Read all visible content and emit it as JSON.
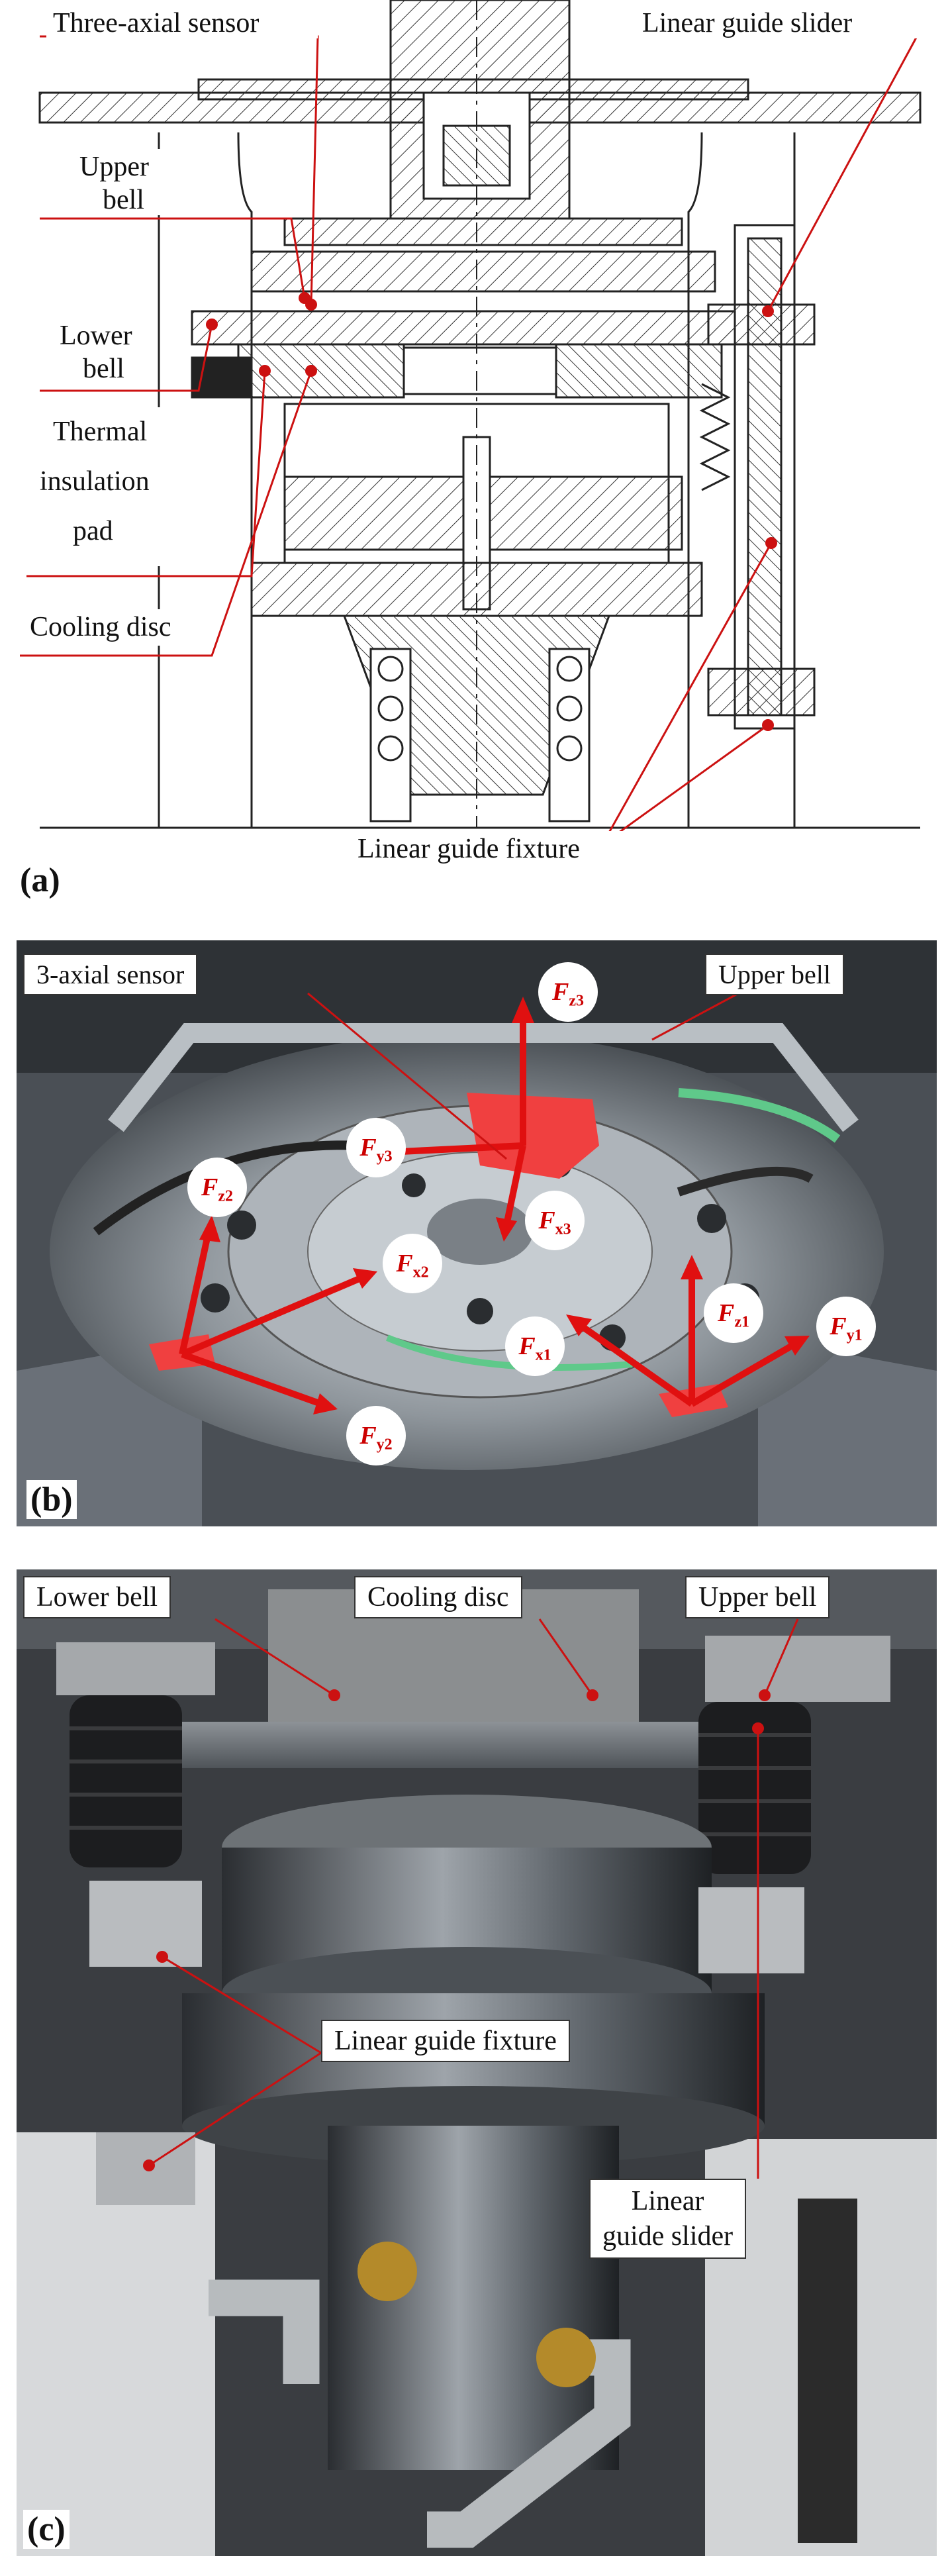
{
  "panel_a": {
    "letter": "(a)",
    "labels": {
      "three_axial_sensor": "Three-axial sensor",
      "upper_bell_1": "Upper",
      "upper_bell_2": "bell",
      "lower_bell_1": "Lower",
      "lower_bell_2": "bell",
      "thermal_1": "Thermal",
      "thermal_2": "insulation",
      "thermal_3": "pad",
      "cooling_disc": "Cooling disc",
      "linear_guide_slider": "Linear guide slider",
      "linear_guide_fixture": "Linear guide fixture"
    }
  },
  "panel_b": {
    "letter": "(b)",
    "labels": {
      "sensor": "3-axial sensor",
      "upper_bell": "Upper bell"
    },
    "forces": [
      {
        "sym": "F",
        "sub": "z3"
      },
      {
        "sym": "F",
        "sub": "y3"
      },
      {
        "sym": "F",
        "sub": "x3"
      },
      {
        "sym": "F",
        "sub": "z2"
      },
      {
        "sym": "F",
        "sub": "x2"
      },
      {
        "sym": "F",
        "sub": "x1"
      },
      {
        "sym": "F",
        "sub": "z1"
      },
      {
        "sym": "F",
        "sub": "y1"
      },
      {
        "sym": "F",
        "sub": "y2"
      }
    ]
  },
  "panel_c": {
    "letter": "(c)",
    "labels": {
      "lower_bell": "Lower bell",
      "cooling_disc": "Cooling disc",
      "upper_bell": "Upper bell",
      "linear_guide_fixture": "Linear guide fixture",
      "linear_guide_slider_1": "Linear",
      "linear_guide_slider_2": "guide slider"
    }
  },
  "colors": {
    "leader": "#cc1111",
    "arrow": "#e01010",
    "drawing": "#222222"
  }
}
